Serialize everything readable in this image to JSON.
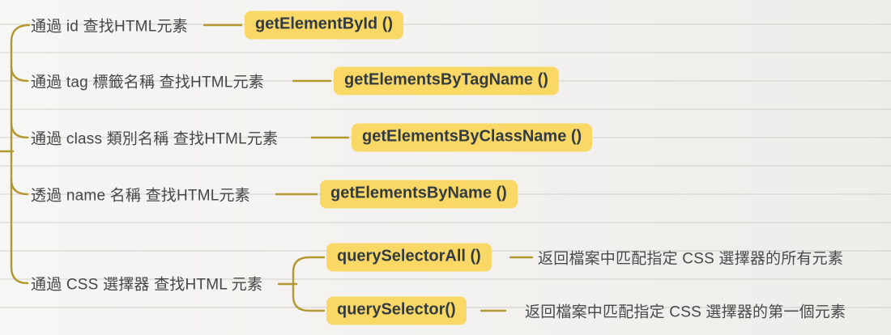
{
  "colors": {
    "background": "#f2f1ee",
    "paper_line": "#b6b4ac",
    "connector": "#b2982e",
    "node_background": "#f9d866",
    "node_text": "#333b41",
    "label_text": "#474747"
  },
  "mindmap": {
    "branches": [
      {
        "label": "通過 id 查找HTML元素",
        "method": "getElementById ()"
      },
      {
        "label": "通過 tag 標籤名稱 查找HTML元素",
        "method": "getElementsByTagName ()"
      },
      {
        "label": "通過 class 類別名稱 查找HTML元素",
        "method": "getElementsByClassName ()"
      },
      {
        "label": "透過 name 名稱 查找HTML元素",
        "method": "getElementsByName ()"
      },
      {
        "label": "通過 CSS 選擇器 查找HTML 元素",
        "children": [
          {
            "method": "querySelectorAll ()",
            "description": "返回檔案中匹配指定 CSS 選擇器的所有元素"
          },
          {
            "method": "querySelector()",
            "description": "返回檔案中匹配指定 CSS 選擇器的第一個元素"
          }
        ]
      }
    ]
  }
}
